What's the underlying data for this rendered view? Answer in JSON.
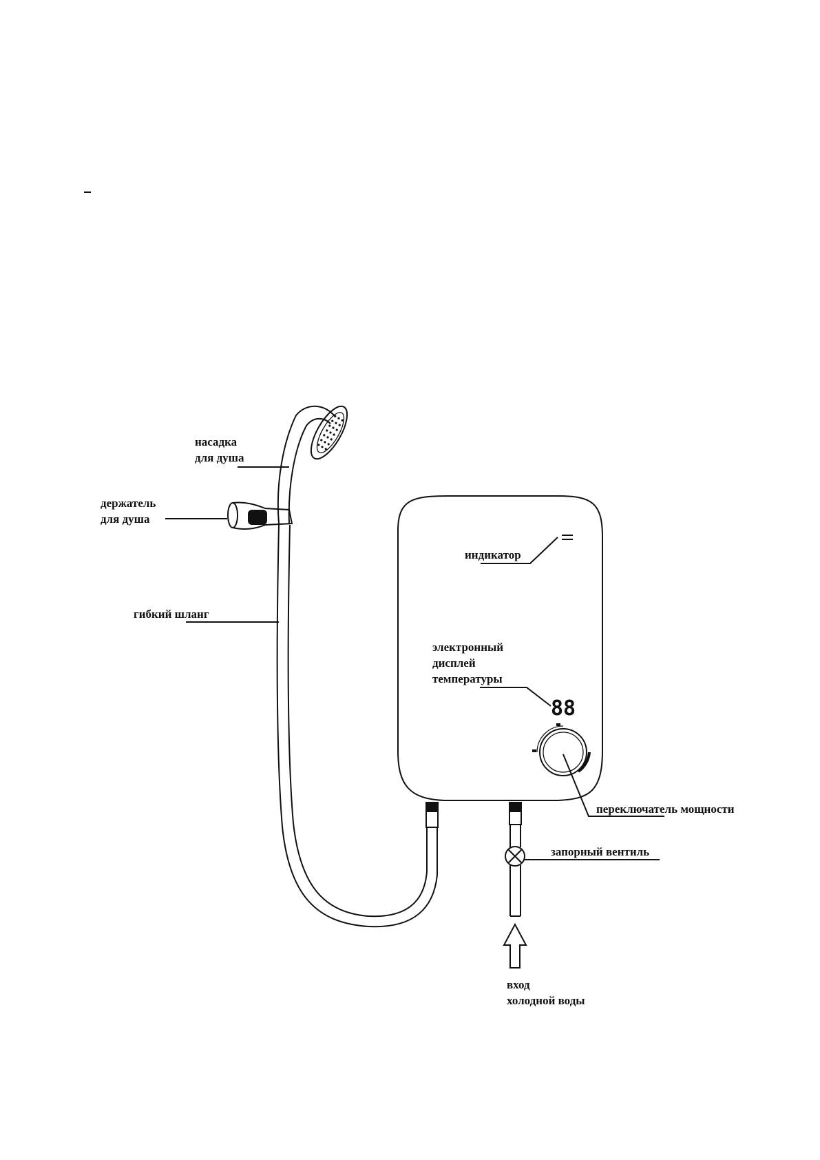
{
  "diagram": {
    "labels": {
      "shower_head": [
        "насадка",
        "для душа"
      ],
      "shower_holder": [
        "держатель",
        "для душа"
      ],
      "flexible_hose": [
        "гибкий шланг"
      ],
      "indicator": [
        "индикатор"
      ],
      "display": [
        "электронный",
        "дисплей",
        "температуры"
      ],
      "power_switch": [
        "переключатель мощности"
      ],
      "shutoff_valve": [
        "запорный вентиль"
      ],
      "cold_water_inlet": [
        "вход",
        "холодной воды"
      ]
    },
    "display_digits": "88"
  }
}
